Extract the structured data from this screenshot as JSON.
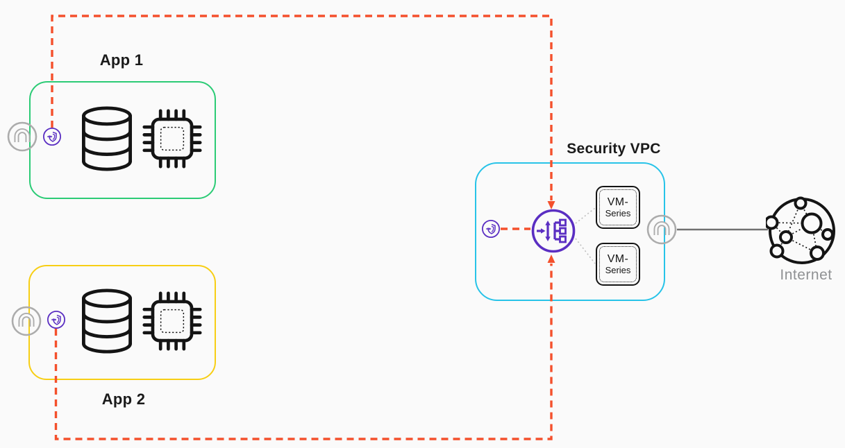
{
  "colors": {
    "bg": "#FAFAFA",
    "app1Border": "#2BCB75",
    "app2Border": "#F7CE14",
    "securityBorder": "#27C3E8",
    "trafficOrange": "#F4502C",
    "purple": "#5A2EC2",
    "grayIcon": "#ACACAC",
    "grayLine": "#707070",
    "dottedGray": "#BDBDBD",
    "iconBlack": "#141414",
    "textDark": "#1A1A1A",
    "textGray": "#8F9193"
  },
  "nodes": {
    "app1": {
      "label": "App 1"
    },
    "app2": {
      "label": "App 2"
    },
    "security_vpc": {
      "label": "Security VPC"
    },
    "vm_series": {
      "line1": "VM-",
      "line2": "Series"
    },
    "internet": {
      "label": "Internet"
    }
  },
  "icons": {
    "gateway": "gateway-icon",
    "endpoint": "endpoint-icon",
    "load_balancer": "gateway-load-balancer-icon",
    "database": "database-icon",
    "compute": "cpu-chip-icon",
    "internet": "internet-globe-icon"
  }
}
